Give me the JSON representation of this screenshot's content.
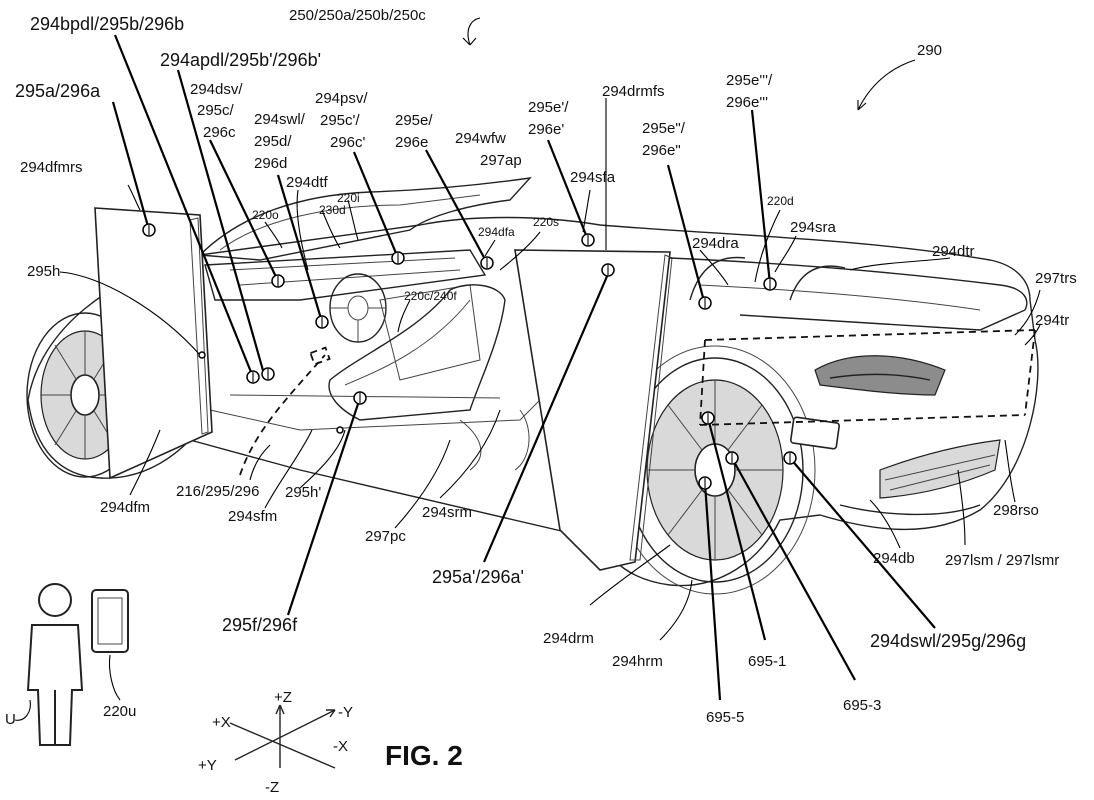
{
  "figure": {
    "caption": "FIG. 2",
    "ref_number": "290",
    "system_label": "250/250a/250b/250c"
  },
  "labels": {
    "l_294bpdl": "294bpdl/295b/296b",
    "l_294apdl": "294apdl/295b'/296b'",
    "l_295a": "295a/296a",
    "l_294dsv": "294dsv/",
    "l_295c": "295c/",
    "l_296c": "296c",
    "l_294swl": "294swl/",
    "l_295d": "295d/",
    "l_296d": "296d",
    "l_294psv": "294psv/",
    "l_295c2": "295c'/",
    "l_296c2": "296c'",
    "l_295e": "295e/",
    "l_296e": "296e",
    "l_294wfw": "294wfw",
    "l_297ap": "297ap",
    "l_295e1": "295e'/",
    "l_296e1": "296e'",
    "l_294drmfs": "294drmfs",
    "l_295e2": "295e\"/",
    "l_296e2": "296e\"",
    "l_295e3": "295e'''/",
    "l_296e3": "296e'''",
    "l_294dfmrs": "294dfmrs",
    "l_294dtf": "294dtf",
    "l_230d": "230d",
    "l_220i": "220i",
    "l_220o": "220o",
    "l_294sfa": "294sfa",
    "l_220s": "220s",
    "l_294dfa": "294dfa",
    "l_220d": "220d",
    "l_294dra": "294dra",
    "l_294sra": "294sra",
    "l_294dtr": "294dtr",
    "l_297trs": "297trs",
    "l_294tr": "294tr",
    "l_295h": "295h",
    "l_220c": "220c/240f",
    "l_294dfm": "294dfm",
    "l_216": "216/295/296",
    "l_295h2": "295h'",
    "l_294sfm": "294sfm",
    "l_297pc": "297pc",
    "l_294srm": "294srm",
    "l_295a2": "295a'/296a'",
    "l_295f": "295f/296f",
    "l_294drm": "294drm",
    "l_294hrm": "294hrm",
    "l_695_1": "695-1",
    "l_695_5": "695-5",
    "l_695_3": "695-3",
    "l_294dswl": "294dswl/295g/296g",
    "l_294db": "294db",
    "l_297lsm": "297lsm / 297lsmr",
    "l_298rso": "298rso",
    "l_u": "U",
    "l_220u": "220u"
  },
  "axes": {
    "plus_z": "+Z",
    "minus_z": "-Z",
    "plus_x": "+X",
    "minus_x": "-X",
    "plus_y": "+Y",
    "minus_y": "-Y"
  }
}
